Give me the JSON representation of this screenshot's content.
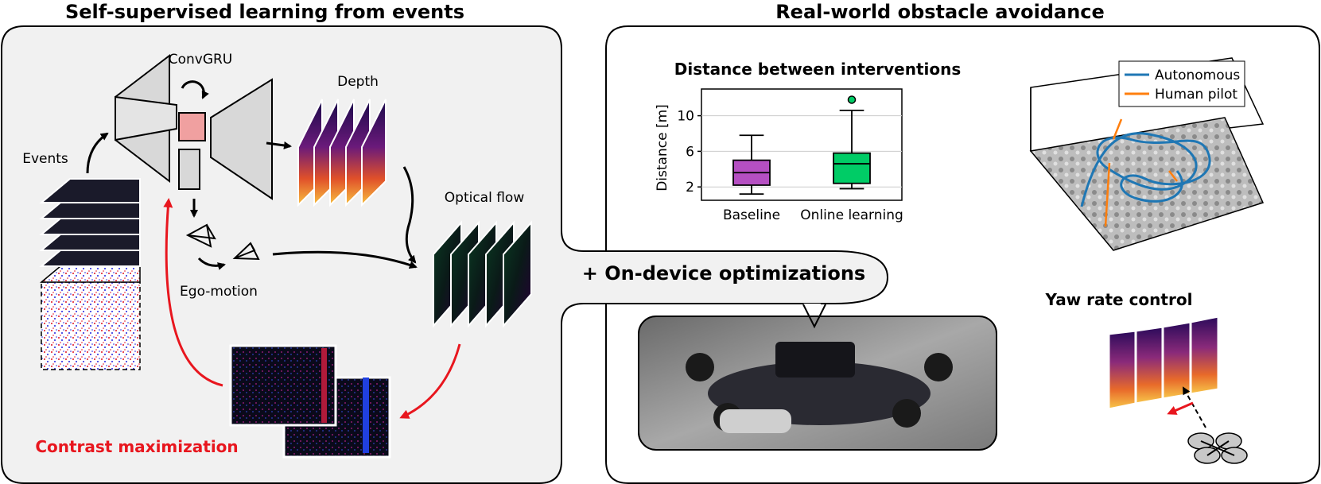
{
  "left_panel": {
    "title": "Self-supervised learning from events",
    "labels": {
      "convgru": "ConvGRU",
      "depth": "Depth",
      "events": "Events",
      "optical_flow": "Optical flow",
      "ego_motion": "Ego-motion",
      "contrast_max": "Contrast maximization"
    },
    "colors": {
      "panel_bg": "#f1f1f1",
      "accent_red": "#e8161e",
      "gru_cell": "#f0a0a0"
    }
  },
  "right_panel": {
    "title": "Real-world obstacle avoidance",
    "callout": "+ On-device optimizations",
    "yaw_title": "Yaw rate control"
  },
  "chart_data": [
    {
      "type": "box",
      "title": "Distance between interventions",
      "xlabel": "",
      "ylabel": "Distance [m]",
      "yticks": [
        2,
        6,
        10
      ],
      "ylim": [
        0.5,
        13
      ],
      "categories": [
        "Baseline",
        "Online learning"
      ],
      "boxes": [
        {
          "name": "Baseline",
          "min": 1.2,
          "q1": 2.2,
          "median": 3.6,
          "q3": 5.0,
          "max": 7.8,
          "outliers": [],
          "color": "#b54fc2"
        },
        {
          "name": "Online learning",
          "min": 1.8,
          "q1": 2.4,
          "median": 4.6,
          "q3": 5.8,
          "max": 10.6,
          "outliers": [
            11.8
          ],
          "color": "#00cc66"
        }
      ],
      "grid": true
    },
    {
      "type": "line",
      "legend": [
        "Autonomous",
        "Human pilot"
      ],
      "legend_position": "top-right",
      "series": [
        {
          "name": "Autonomous",
          "color": "#1f77b4"
        },
        {
          "name": "Human pilot",
          "color": "#ff7f0e"
        }
      ]
    }
  ]
}
